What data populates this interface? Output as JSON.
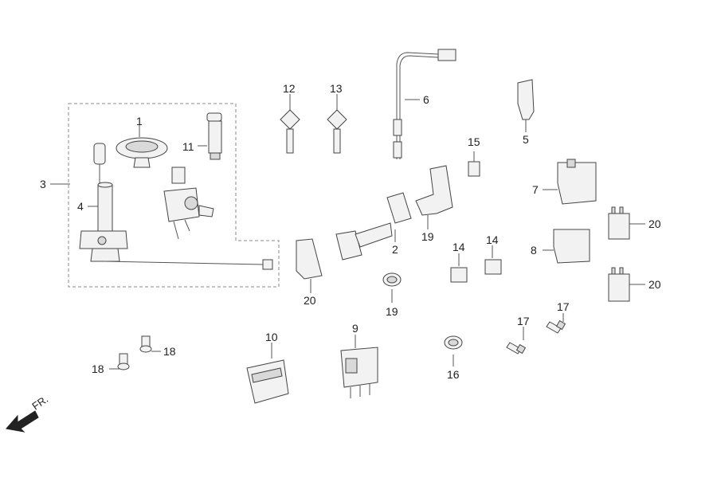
{
  "callouts": [
    {
      "id": "c1",
      "text": "1"
    },
    {
      "id": "c2",
      "text": "2"
    },
    {
      "id": "c3",
      "text": "3"
    },
    {
      "id": "c4",
      "text": "4"
    },
    {
      "id": "c5",
      "text": "5"
    },
    {
      "id": "c6",
      "text": "6"
    },
    {
      "id": "c7",
      "text": "7"
    },
    {
      "id": "c8",
      "text": "8"
    },
    {
      "id": "c9",
      "text": "9"
    },
    {
      "id": "c10",
      "text": "10"
    },
    {
      "id": "c11",
      "text": "11"
    },
    {
      "id": "c12",
      "text": "12"
    },
    {
      "id": "c13",
      "text": "13"
    },
    {
      "id": "c14a",
      "text": "14"
    },
    {
      "id": "c14b",
      "text": "14"
    },
    {
      "id": "c15",
      "text": "15"
    },
    {
      "id": "c16",
      "text": "16"
    },
    {
      "id": "c17a",
      "text": "17"
    },
    {
      "id": "c17b",
      "text": "17"
    },
    {
      "id": "c18a",
      "text": "18"
    },
    {
      "id": "c18b",
      "text": "18"
    },
    {
      "id": "c19a",
      "text": "19"
    },
    {
      "id": "c19b",
      "text": "19"
    },
    {
      "id": "c20a",
      "text": "20"
    },
    {
      "id": "c20b",
      "text": "20"
    },
    {
      "id": "c20c",
      "text": "20"
    }
  ],
  "direction": {
    "text": "FR.",
    "icon": "front-direction-arrow-icon"
  },
  "colors": {
    "line": "#444444",
    "fill": "#f2f2f2",
    "background": "#ffffff"
  }
}
